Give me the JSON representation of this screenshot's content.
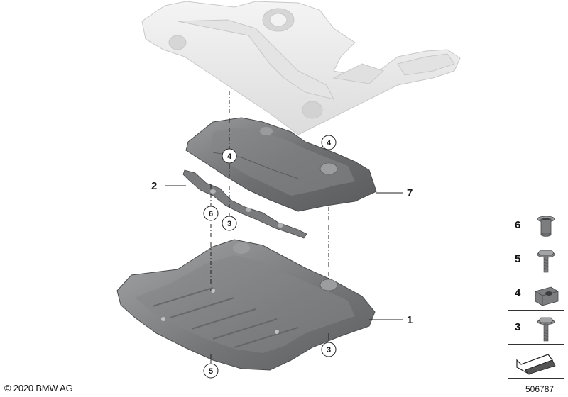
{
  "callouts": {
    "c1": "1",
    "c2": "2",
    "c3a": "3",
    "c3b": "3",
    "c4a": "4",
    "c4b": "4",
    "c5": "5",
    "c6": "6",
    "c7": "7"
  },
  "legend": [
    {
      "number": "6",
      "icon": "rivet-nut-icon"
    },
    {
      "number": "5",
      "icon": "hex-flange-bolt-icon"
    },
    {
      "number": "4",
      "icon": "clip-nut-icon"
    },
    {
      "number": "3",
      "icon": "hex-bolt-icon"
    }
  ],
  "footer": {
    "copyright": "© 2020 BMW AG",
    "part_number": "506787"
  },
  "colors": {
    "frame": "#ececec",
    "shield_dark": "#6f7072",
    "shield_mid": "#8a8b8d",
    "line": "#222222"
  }
}
